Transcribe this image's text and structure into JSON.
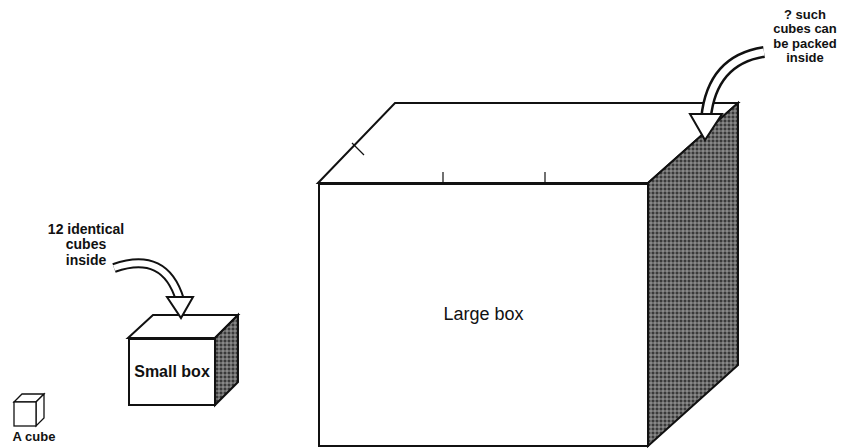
{
  "diagram": {
    "nodes": [
      {
        "text": [
          "Small box"
        ]
      },
      {
        "text": [
          "Large box"
        ]
      }
    ],
    "labels": [
      "? such cubes can be packed inside",
      "12 identical cubes inside",
      "A cube"
    ]
  }
}
